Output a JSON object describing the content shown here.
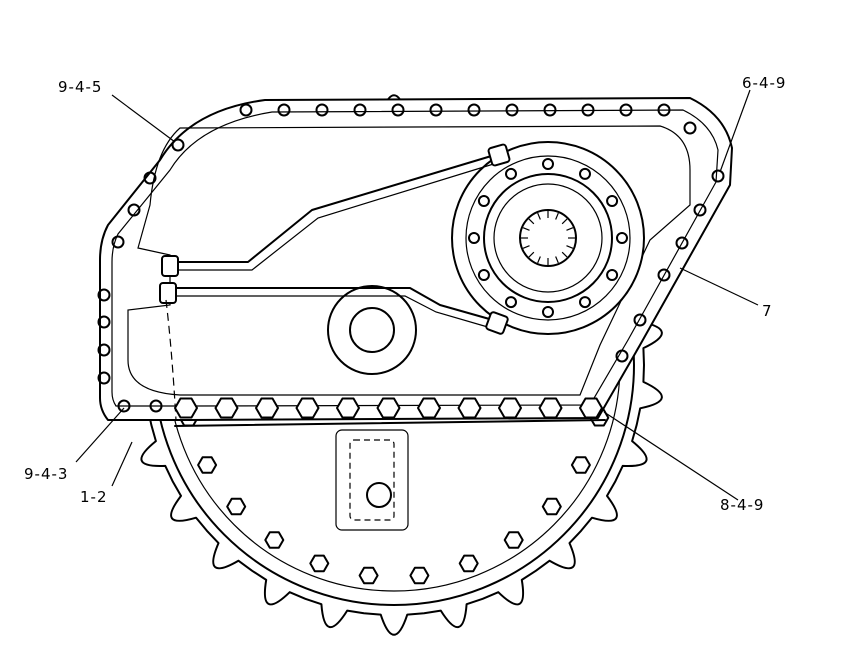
{
  "callouts": {
    "c945": "9-4-5",
    "c649": "6-4-9",
    "c7": "7",
    "c943": "9-4-3",
    "c12": "1-2",
    "c849": "8-4-9"
  }
}
